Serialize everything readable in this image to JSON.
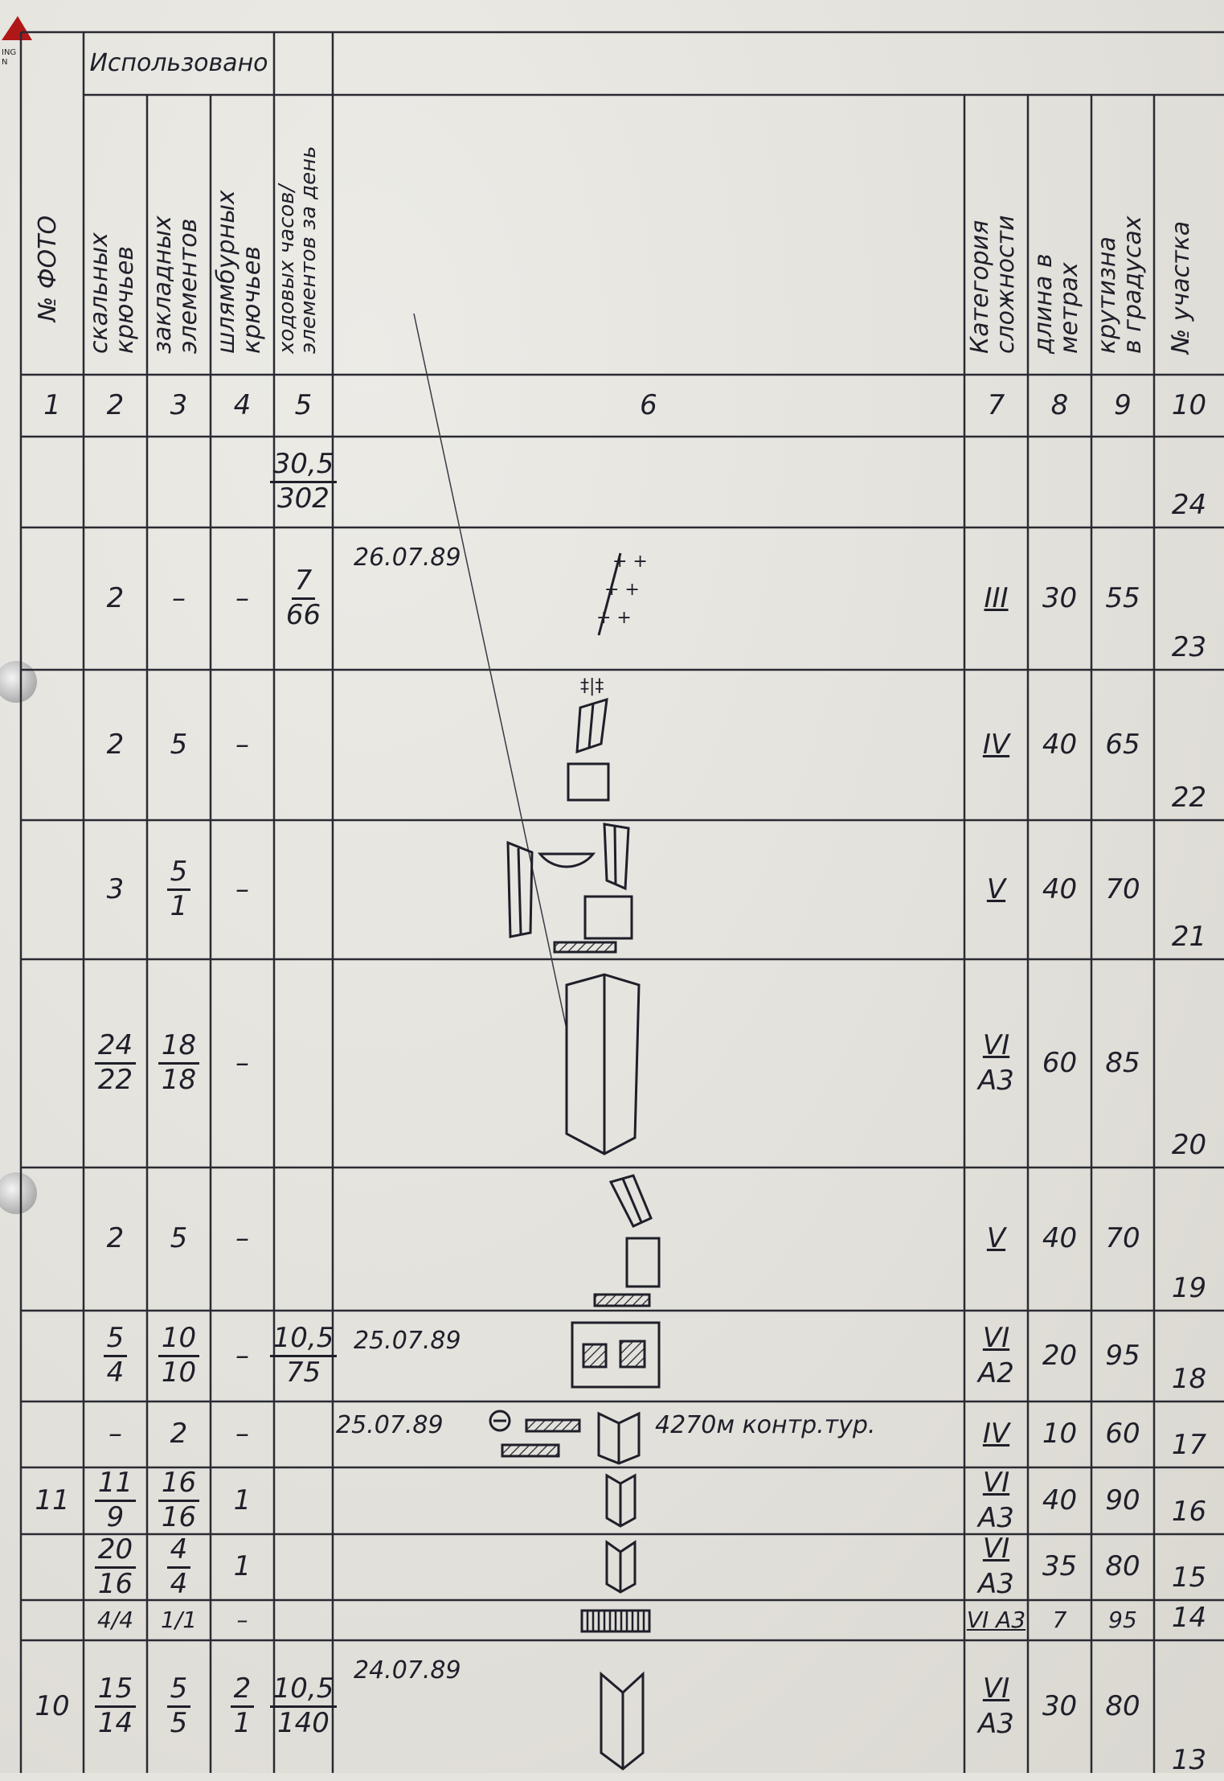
{
  "header": {
    "used_group": "Использовано",
    "columns": [
      "№ ФОТО",
      "скальных\nкрючьев",
      "закладных\nэлементов",
      "шлямбурных\nкрючьев",
      "ходовых часов/\nэлементов за день",
      "",
      "Категория\nсложности",
      "длина в\nметрах",
      "крутизна\nв градусах",
      "№ участка"
    ],
    "numbers": [
      "1",
      "2",
      "3",
      "4",
      "5",
      "6",
      "7",
      "8",
      "9",
      "10"
    ]
  },
  "rows": [
    {
      "photo": "",
      "rock": "",
      "chock": "",
      "bolt": "",
      "hours": {
        "n": "30,5",
        "d": "302"
      },
      "date": "",
      "note": "",
      "cat": "",
      "cat2": "",
      "length": "",
      "slope": "",
      "section": "24"
    },
    {
      "photo": "",
      "rock": "2",
      "chock": "–",
      "bolt": "–",
      "hours": {
        "n": "7",
        "d": "66"
      },
      "date": "26.07.89",
      "note": "",
      "cat": "III",
      "cat2": "",
      "length": "30",
      "slope": "55",
      "section": "23"
    },
    {
      "photo": "",
      "rock": "2",
      "chock": "5",
      "bolt": "–",
      "hours": "",
      "date": "",
      "note": "",
      "cat": "IV",
      "cat2": "",
      "length": "40",
      "slope": "65",
      "section": "22"
    },
    {
      "photo": "",
      "rock": "3",
      "chock": {
        "n": "5",
        "d": "1"
      },
      "bolt": "–",
      "hours": "",
      "date": "",
      "note": "",
      "cat": "V",
      "cat2": "",
      "length": "40",
      "slope": "70",
      "section": "21"
    },
    {
      "photo": "",
      "rock": {
        "n": "24",
        "d": "22"
      },
      "chock": {
        "n": "18",
        "d": "18"
      },
      "bolt": "–",
      "hours": "",
      "date": "",
      "note": "",
      "cat": "VI",
      "cat2": "A3",
      "length": "60",
      "slope": "85",
      "section": "20"
    },
    {
      "photo": "",
      "rock": "2",
      "chock": "5",
      "bolt": "–",
      "hours": "",
      "date": "",
      "note": "",
      "cat": "V",
      "cat2": "",
      "length": "40",
      "slope": "70",
      "section": "19"
    },
    {
      "photo": "",
      "rock": {
        "n": "5",
        "d": "4"
      },
      "chock": {
        "n": "10",
        "d": "10"
      },
      "bolt": "–",
      "hours": {
        "n": "10,5",
        "d": "75"
      },
      "date": "25.07.89",
      "note": "",
      "cat": "VI",
      "cat2": "A2",
      "length": "20",
      "slope": "95",
      "section": "18"
    },
    {
      "photo": "",
      "rock": "–",
      "chock": "2",
      "bolt": "–",
      "hours": "",
      "date": "25.07.89",
      "note": "4270м контр.тур.",
      "cat": "IV",
      "cat2": "",
      "length": "10",
      "slope": "60",
      "section": "17"
    },
    {
      "photo": "11",
      "rock": {
        "n": "11",
        "d": "9"
      },
      "chock": {
        "n": "16",
        "d": "16"
      },
      "bolt": "1",
      "hours": "",
      "date": "",
      "note": "",
      "cat": "VI",
      "cat2": "A3",
      "length": "40",
      "slope": "90",
      "section": "16"
    },
    {
      "photo": "",
      "rock": {
        "n": "20",
        "d": "16"
      },
      "chock": {
        "n": "4",
        "d": "4"
      },
      "bolt": "1",
      "hours": "",
      "date": "",
      "note": "",
      "cat": "VI",
      "cat2": "A3",
      "length": "35",
      "slope": "80",
      "section": "15"
    },
    {
      "photo": "",
      "rock": "4/4",
      "chock": "1/1",
      "bolt": "–",
      "hours": "",
      "date": "",
      "note": "",
      "cat": "VI A3",
      "cat2": "",
      "length": "7",
      "slope": "95",
      "section": "14"
    },
    {
      "photo": "10",
      "rock": {
        "n": "15",
        "d": "14"
      },
      "chock": {
        "n": "5",
        "d": "5"
      },
      "bolt": {
        "n": "2",
        "d": "1"
      },
      "hours": {
        "n": "10,5",
        "d": "140"
      },
      "date": "24.07.89",
      "note": "",
      "cat": "VI",
      "cat2": "A3",
      "length": "30",
      "slope": "80",
      "section": "13"
    }
  ]
}
